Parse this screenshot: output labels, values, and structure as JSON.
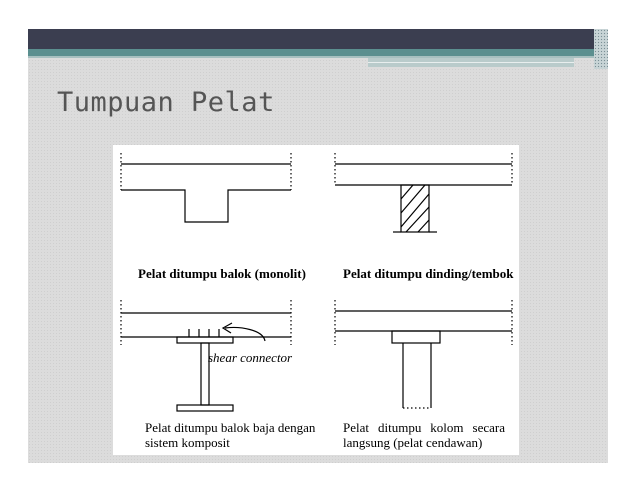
{
  "slide": {
    "title": "Tumpuan Pelat"
  },
  "diagram": {
    "panels": [
      {
        "caption": "Pelat ditumpu balok (monolit)"
      },
      {
        "caption": "Pelat ditumpu dinding/tembok"
      },
      {
        "caption_line1": "Pelat ditumpu balok baja dengan",
        "caption_line2": "sistem komposit",
        "annotation": "shear connector"
      },
      {
        "caption_line1": "Pelat ditumpu kolom secara",
        "caption_line2": "langsung (pelat cendawan)"
      }
    ]
  }
}
